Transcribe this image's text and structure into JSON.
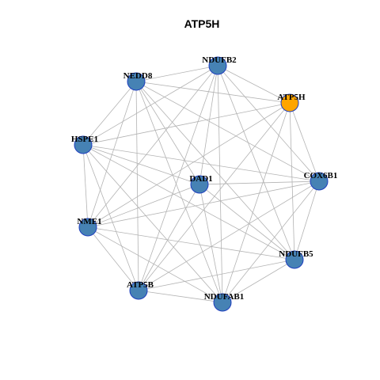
{
  "title": "ATP5H",
  "colors": {
    "node": "#4682b4",
    "highlight": "#ffa500",
    "node_border": "#1f3fbf",
    "edge": "#b3b3b3"
  },
  "nodes": [
    {
      "id": "NDUFB2",
      "label": "NDUFB2",
      "highlight": false
    },
    {
      "id": "NEDD8",
      "label": "NEDD8",
      "highlight": false
    },
    {
      "id": "ATP5H",
      "label": "ATP5H",
      "highlight": true
    },
    {
      "id": "HSPE1",
      "label": "HSPE1",
      "highlight": false
    },
    {
      "id": "DAD1",
      "label": "DAD1",
      "highlight": false
    },
    {
      "id": "COX6B1",
      "label": "COX6B1",
      "highlight": false
    },
    {
      "id": "NME1",
      "label": "NME1",
      "highlight": false
    },
    {
      "id": "NDUFB5",
      "label": "NDUFB5",
      "highlight": false
    },
    {
      "id": "ATP5B",
      "label": "ATP5B",
      "highlight": false
    },
    {
      "id": "NDUFAB1",
      "label": "NDUFAB1",
      "highlight": false
    }
  ],
  "edges": [
    [
      "NEDD8",
      "NDUFB2"
    ],
    [
      "NEDD8",
      "ATP5H"
    ],
    [
      "NEDD8",
      "HSPE1"
    ],
    [
      "NEDD8",
      "DAD1"
    ],
    [
      "NEDD8",
      "COX6B1"
    ],
    [
      "NEDD8",
      "NME1"
    ],
    [
      "NEDD8",
      "NDUFB5"
    ],
    [
      "NEDD8",
      "ATP5B"
    ],
    [
      "NEDD8",
      "NDUFAB1"
    ],
    [
      "NDUFB2",
      "ATP5H"
    ],
    [
      "NDUFB2",
      "HSPE1"
    ],
    [
      "NDUFB2",
      "DAD1"
    ],
    [
      "NDUFB2",
      "COX6B1"
    ],
    [
      "NDUFB2",
      "NME1"
    ],
    [
      "NDUFB2",
      "NDUFB5"
    ],
    [
      "NDUFB2",
      "ATP5B"
    ],
    [
      "NDUFB2",
      "NDUFAB1"
    ],
    [
      "ATP5H",
      "HSPE1"
    ],
    [
      "ATP5H",
      "COX6B1"
    ],
    [
      "ATP5H",
      "NME1"
    ],
    [
      "ATP5H",
      "NDUFB5"
    ],
    [
      "ATP5H",
      "ATP5B"
    ],
    [
      "ATP5H",
      "NDUFAB1"
    ],
    [
      "HSPE1",
      "DAD1"
    ],
    [
      "HSPE1",
      "COX6B1"
    ],
    [
      "HSPE1",
      "NME1"
    ],
    [
      "HSPE1",
      "NDUFB5"
    ],
    [
      "HSPE1",
      "ATP5B"
    ],
    [
      "HSPE1",
      "NDUFAB1"
    ],
    [
      "DAD1",
      "COX6B1"
    ],
    [
      "DAD1",
      "NME1"
    ],
    [
      "DAD1",
      "ATP5B"
    ],
    [
      "DAD1",
      "NDUFAB1"
    ],
    [
      "DAD1",
      "NDUFB5"
    ],
    [
      "COX6B1",
      "NME1"
    ],
    [
      "COX6B1",
      "NDUFB5"
    ],
    [
      "COX6B1",
      "ATP5B"
    ],
    [
      "COX6B1",
      "NDUFAB1"
    ],
    [
      "NME1",
      "NDUFB5"
    ],
    [
      "NME1",
      "ATP5B"
    ],
    [
      "NME1",
      "NDUFAB1"
    ],
    [
      "NDUFB5",
      "ATP5B"
    ],
    [
      "NDUFB5",
      "NDUFAB1"
    ],
    [
      "ATP5B",
      "NDUFAB1"
    ]
  ]
}
